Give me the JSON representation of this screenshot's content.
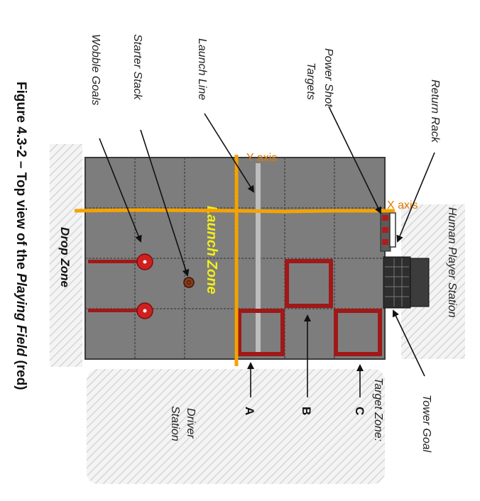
{
  "caption": {
    "prefix": "Figure 4.3-2 – Top view of the ",
    "emphasis": "Playing Field",
    "suffix": " (red)"
  },
  "labels": {
    "wobble_goals": "Wobble Goals",
    "starter_stack": "Starter Stack",
    "launch_line": "Launch Line",
    "power_shot_targets_line1": "Power Shot",
    "power_shot_targets_line2": "Targets",
    "return_rack": "Return Rack",
    "human_player_station": "Human Player Station",
    "tower_goal": "Tower Goal",
    "target_zone": "Target Zone:",
    "zone_a": "A",
    "zone_b": "B",
    "zone_c": "C",
    "driver_station_line1": "Driver",
    "driver_station_line2": "Station",
    "drop_zone": "Drop Zone",
    "launch_zone": "Launch Zone",
    "x_axis": "X axis",
    "y_axis": "Y axis"
  },
  "colors": {
    "field": "#7d7d7d",
    "tile_seam": "#4a4a4a",
    "target_red": "#a01818",
    "axis_orange": "#f5a300",
    "axis_label": "#e07b00",
    "launch_zone_text": "#f2ee1a",
    "hatch": "#dcdcdc"
  }
}
